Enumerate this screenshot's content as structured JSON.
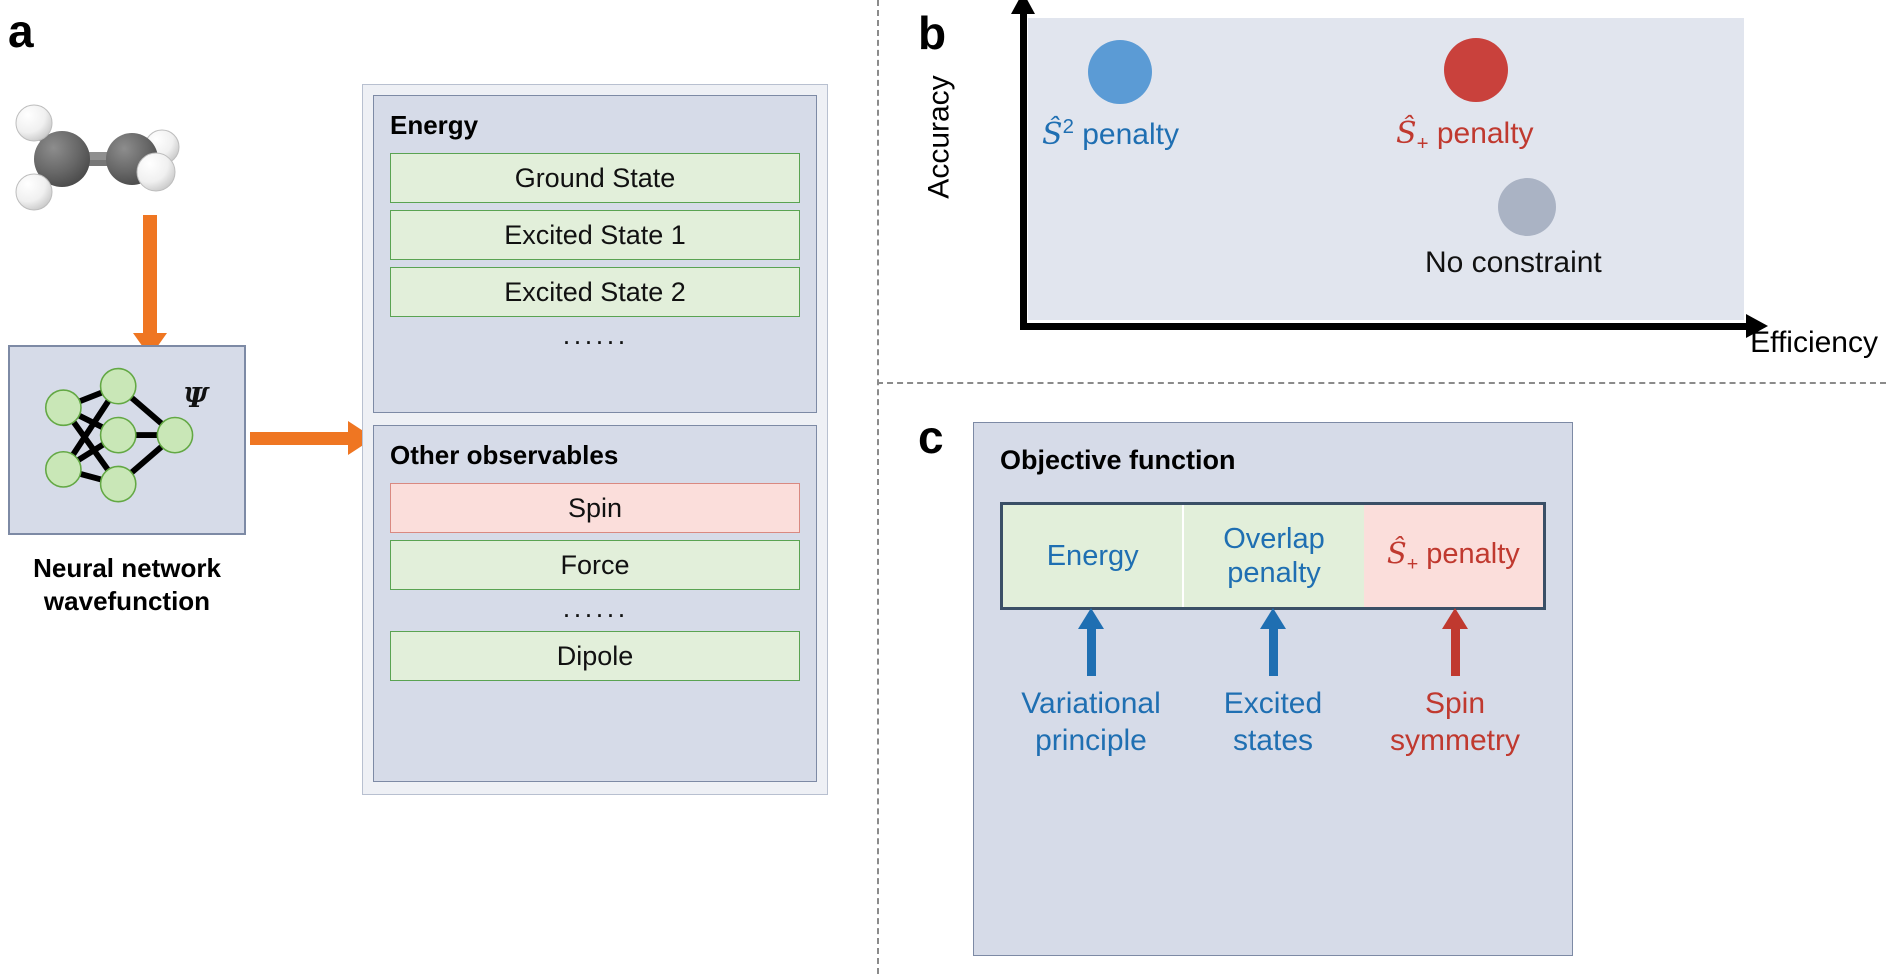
{
  "panels": {
    "a": {
      "letter": "a"
    },
    "b": {
      "letter": "b"
    },
    "c": {
      "letter": "c"
    }
  },
  "panel_a": {
    "molecule_name": "ethylene-molecule",
    "nn_symbol": "Ψ",
    "nn_caption_line1": "Neural network",
    "nn_caption_line2": "wavefunction",
    "energy_panel": {
      "title": "Energy",
      "items": [
        {
          "label": "Ground State",
          "color": "green"
        },
        {
          "label": "Excited State 1",
          "color": "green"
        },
        {
          "label": "Excited State 2",
          "color": "green"
        }
      ],
      "ellipsis": "······"
    },
    "other_panel": {
      "title": "Other observables",
      "items": [
        {
          "label": "Spin",
          "color": "pink"
        },
        {
          "label": "Force",
          "color": "green"
        }
      ],
      "ellipsis": "······",
      "last_item": {
        "label": "Dipole",
        "color": "green"
      }
    }
  },
  "panel_b": {
    "ylabel": "Accuracy",
    "xlabel": "Efficiency",
    "points": [
      {
        "name": "s2-penalty",
        "label_html": "Ŝ² penalty",
        "color": "#5b9bd5",
        "label_color": "#1f6fb2"
      },
      {
        "name": "splus-penalty",
        "label_html": "Ŝ₊ penalty",
        "color": "#c9413c",
        "label_color": "#c0392f"
      },
      {
        "name": "no-constraint",
        "label_html": "No constraint",
        "color": "#aab3c4",
        "label_color": "#111111"
      }
    ]
  },
  "panel_c": {
    "title": "Objective function",
    "cells": [
      {
        "label": "Energy",
        "style": "green"
      },
      {
        "label": "Overlap\npenalty",
        "style": "green"
      },
      {
        "label": "Ŝ₊ penalty",
        "style": "pink"
      }
    ],
    "captions": [
      {
        "label": "Variational\nprinciple",
        "color": "blue"
      },
      {
        "label": "Excited\nstates",
        "color": "blue"
      },
      {
        "label": "Spin\nsymmetry",
        "color": "red"
      }
    ]
  },
  "colors": {
    "orange_arrow": "#ef7622",
    "panel_bg": "#d6dbe8",
    "green_fill": "#e2efda",
    "green_border": "#5aa352",
    "pink_fill": "#fbdedb",
    "pink_border": "#d98981",
    "blue_accent": "#1f6fb2",
    "red_accent": "#c0392f"
  }
}
